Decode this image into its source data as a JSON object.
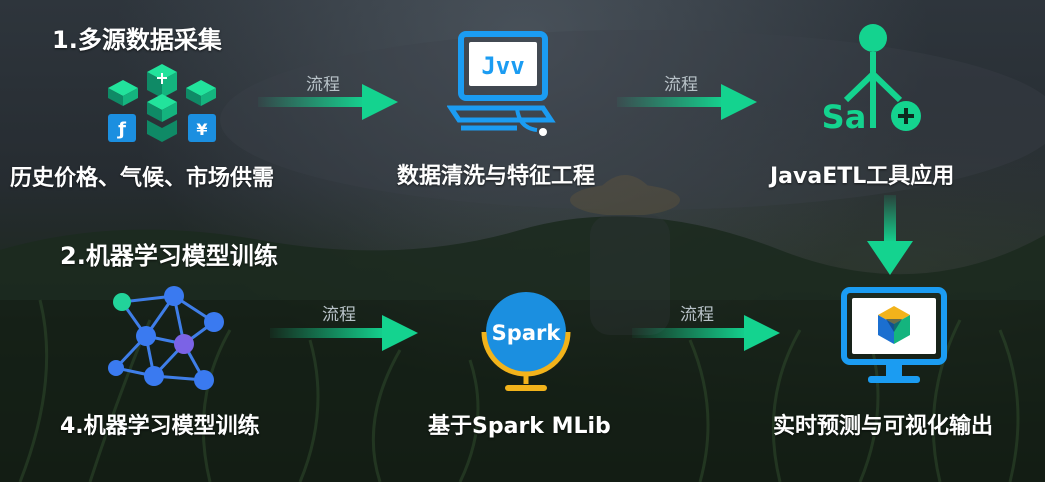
{
  "colors": {
    "accent_green": "#14d38f",
    "accent_blue": "#1b9cf2",
    "deep_green": "#0f8a66",
    "teal": "#1fb7a0"
  },
  "diagram": {
    "flow_label": "流程",
    "steps": [
      {
        "heading": "1.多源数据采集",
        "caption": "历史价格、气候、市场供需",
        "icon": "data-stack-icon",
        "icon_text": ""
      },
      {
        "caption": "数据清洗与特征工程",
        "icon": "monitor-code-icon",
        "icon_text": "Jvv"
      },
      {
        "caption": "JavaETL工具应用",
        "icon": "etl-tree-icon",
        "icon_text": "Sa"
      },
      {
        "heading": "2.机器学习模型训练",
        "caption": "4.机器学习模型训练",
        "icon": "network-graph-icon",
        "icon_text": ""
      },
      {
        "caption": "基于Spark MLib",
        "icon": "spark-globe-icon",
        "icon_text": "Spark"
      },
      {
        "caption": "实时预测与可视化输出",
        "icon": "dashboard-monitor-icon",
        "icon_text": ""
      }
    ],
    "edge_labels": [
      "流程",
      "流程",
      "流程",
      "流程"
    ]
  }
}
